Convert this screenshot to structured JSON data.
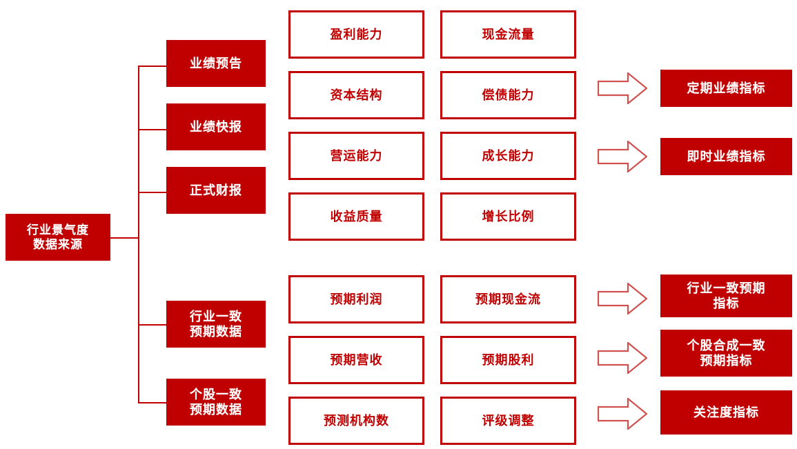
{
  "diagram": {
    "title_root": "行业景气度\n数据来源",
    "accent_color": "#C00000",
    "arrow_color": "#D05050",
    "background": "#ffffff",
    "sources": [
      {
        "label": "业绩预告"
      },
      {
        "label": "业绩快报"
      },
      {
        "label": "正式财报"
      },
      {
        "label": "行业一致\n预期数据"
      },
      {
        "label": "个股一致\n预期数据"
      }
    ],
    "metrics_col_a": [
      {
        "label": "盈利能力"
      },
      {
        "label": "资本结构"
      },
      {
        "label": "营运能力"
      },
      {
        "label": "收益质量"
      },
      {
        "label": "预期利润"
      },
      {
        "label": "预期营收"
      },
      {
        "label": "预测机构数"
      }
    ],
    "metrics_col_b": [
      {
        "label": "现金流量"
      },
      {
        "label": "偿债能力"
      },
      {
        "label": "成长能力"
      },
      {
        "label": "增长比例"
      },
      {
        "label": "预期现金流"
      },
      {
        "label": "预期股利"
      },
      {
        "label": "评级调整"
      }
    ],
    "outputs": [
      {
        "label": "定期业绩指标"
      },
      {
        "label": "即时业绩指标"
      },
      {
        "label": "行业一致预期\n指标"
      },
      {
        "label": "个股合成一致\n预期指标"
      },
      {
        "label": "关注度指标"
      }
    ],
    "arrows": [
      {
        "name": "arrow-to-periodic-performance"
      },
      {
        "name": "arrow-to-realtime-performance"
      },
      {
        "name": "arrow-to-industry-consensus"
      },
      {
        "name": "arrow-to-stock-consensus"
      },
      {
        "name": "arrow-to-attention"
      }
    ]
  }
}
